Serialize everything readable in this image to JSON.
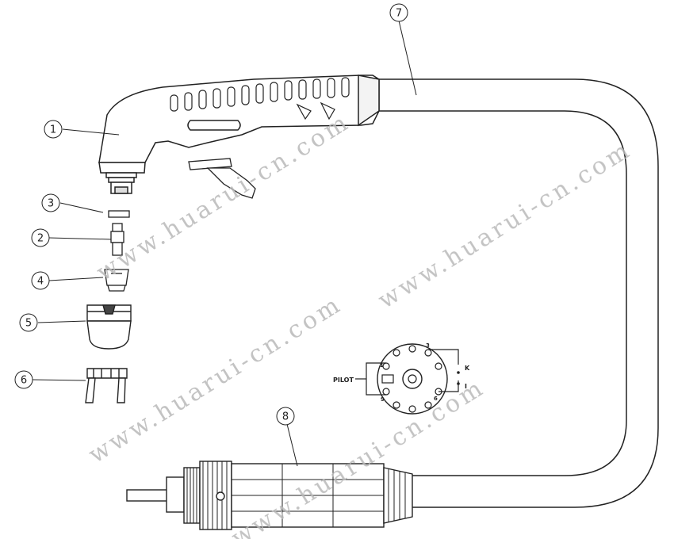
{
  "callouts": [
    {
      "id": "1",
      "label": "1"
    },
    {
      "id": "2",
      "label": "2"
    },
    {
      "id": "3",
      "label": "3"
    },
    {
      "id": "4",
      "label": "4"
    },
    {
      "id": "5",
      "label": "5"
    },
    {
      "id": "6",
      "label": "6"
    },
    {
      "id": "7",
      "label": "7"
    },
    {
      "id": "8",
      "label": "8"
    }
  ],
  "connector": {
    "pilot_label": "PILOT",
    "k_label": "K",
    "i_label": "I",
    "pin_labels": [
      "1",
      "3",
      "6",
      "9"
    ]
  },
  "watermark": "www.huarui-cn.com",
  "colors": {
    "line": "#222222",
    "watermark": "#b9b9b9",
    "background": "#ffffff"
  }
}
